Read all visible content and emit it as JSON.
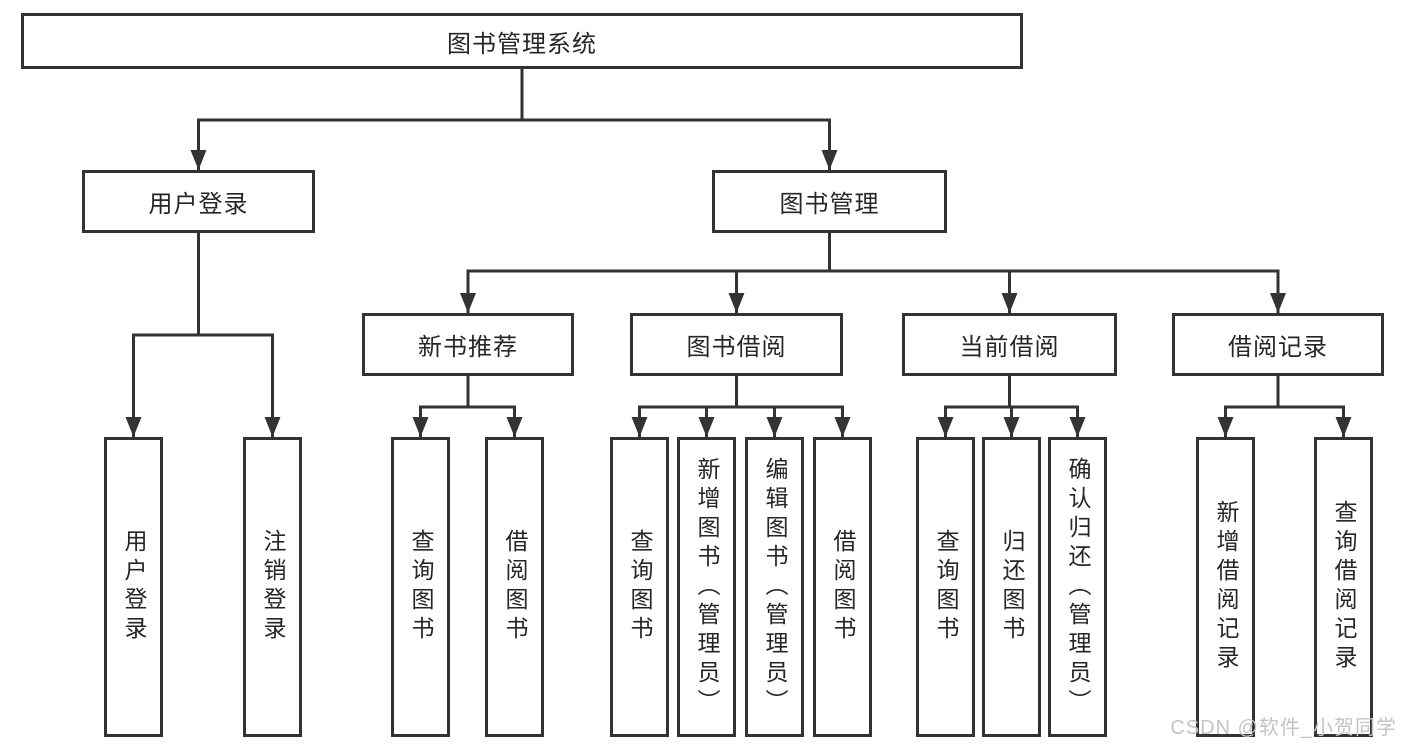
{
  "tree": {
    "label": "图书管理系统",
    "children": [
      {
        "label": "用户登录",
        "children": [
          {
            "label": "用户登录"
          },
          {
            "label": "注销登录"
          }
        ]
      },
      {
        "label": "图书管理",
        "children": [
          {
            "label": "新书推荐",
            "children": [
              {
                "label": "查询图书"
              },
              {
                "label": "借阅图书"
              }
            ]
          },
          {
            "label": "图书借阅",
            "children": [
              {
                "label": "查询图书"
              },
              {
                "label": "新增图书（管理员）"
              },
              {
                "label": "编辑图书（管理员）"
              },
              {
                "label": "借阅图书"
              }
            ]
          },
          {
            "label": "当前借阅",
            "children": [
              {
                "label": "查询图书"
              },
              {
                "label": "归还图书"
              },
              {
                "label": "确认归还（管理员）"
              }
            ]
          },
          {
            "label": "借阅记录",
            "children": [
              {
                "label": "新增借阅记录"
              },
              {
                "label": "查询借阅记录"
              }
            ]
          }
        ]
      }
    ]
  },
  "watermark": {
    "text": "CSDN @软件_小贺同学"
  },
  "colors": {
    "line": "#333333",
    "box_border": "#333333",
    "text": "#262626",
    "background": "#ffffff",
    "watermark_text": "#c4c4c4"
  }
}
